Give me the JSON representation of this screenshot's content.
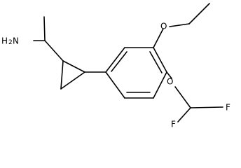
{
  "molecule": {
    "labels": {
      "amine_h": "H",
      "amine_sub": "2",
      "amine_n": "N",
      "ether_o": "O",
      "difluoro_o": "O",
      "fluorine_1": "F",
      "fluorine_2": "F"
    }
  }
}
